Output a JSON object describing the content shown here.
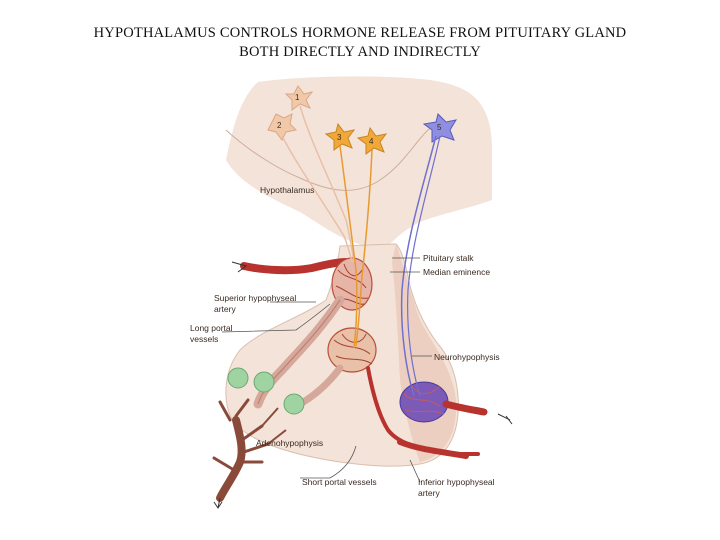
{
  "title": {
    "line1": "HYPOTHALAMUS CONTROLS HORMONE RELEASE FROM PITUITARY GLAND",
    "line2": "BOTH DIRECTLY AND INDIRECTLY"
  },
  "labels": {
    "hypothalamus": "Hypothalamus",
    "pituitary_stalk": "Pituitary stalk",
    "median_eminence": "Median eminence",
    "superior_artery_1": "Superior hypophyseal",
    "superior_artery_2": "artery",
    "long_portal_1": "Long portal",
    "long_portal_2": "vessels",
    "neurohypophysis": "Neurohypophysis",
    "adenohypophysis": "Adenohypophysis",
    "short_portal": "Short portal vessels",
    "inferior_artery_1": "Inferior hypophyseal",
    "inferior_artery_2": "artery"
  },
  "neurons": {
    "n1": "1",
    "n2": "2",
    "n3": "3",
    "n4": "4",
    "n5": "5"
  },
  "colors": {
    "tissue": "#f4e3d8",
    "tissue_edge": "#d9bfae",
    "peach_neuron": "#f2c9a8",
    "orange_neuron": "#f0a838",
    "blue_neuron": "#8e8fe0",
    "artery": "#b8322e",
    "portal_vessel": "#d6a89c",
    "green_cells": "#9fd4a2",
    "vein": "#8a4a3a"
  }
}
